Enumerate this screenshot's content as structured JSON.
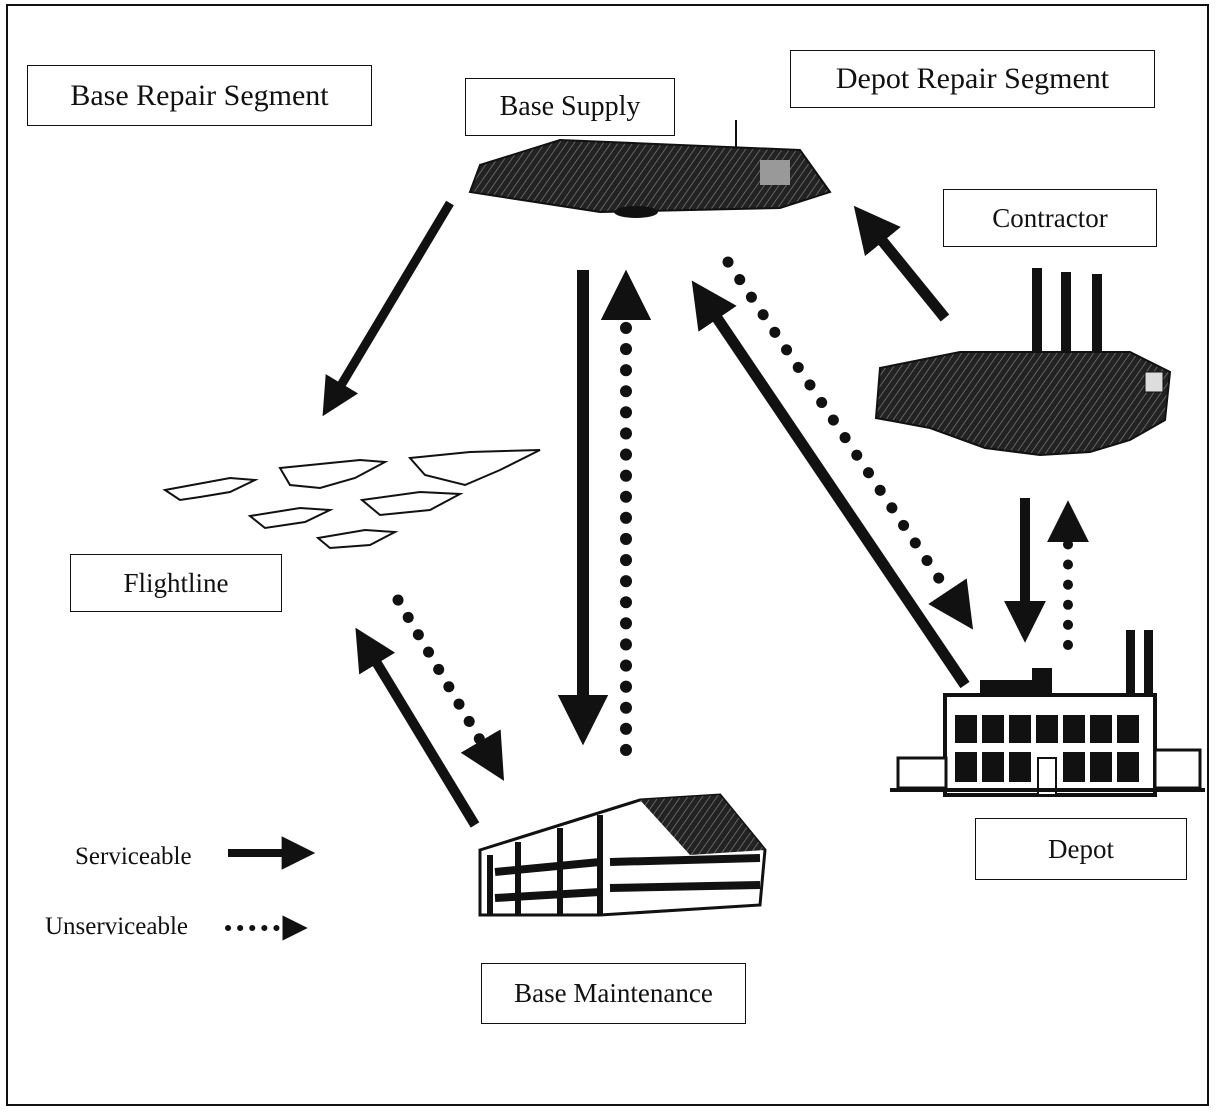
{
  "labels": {
    "base_repair_segment": "Base Repair Segment",
    "base_supply": "Base Supply",
    "depot_repair_segment": "Depot Repair Segment",
    "contractor": "Contractor",
    "flightline": "Flightline",
    "depot": "Depot",
    "base_maintenance": "Base Maintenance"
  },
  "legend": {
    "serviceable": "Serviceable",
    "unserviceable": "Unserviceable"
  }
}
